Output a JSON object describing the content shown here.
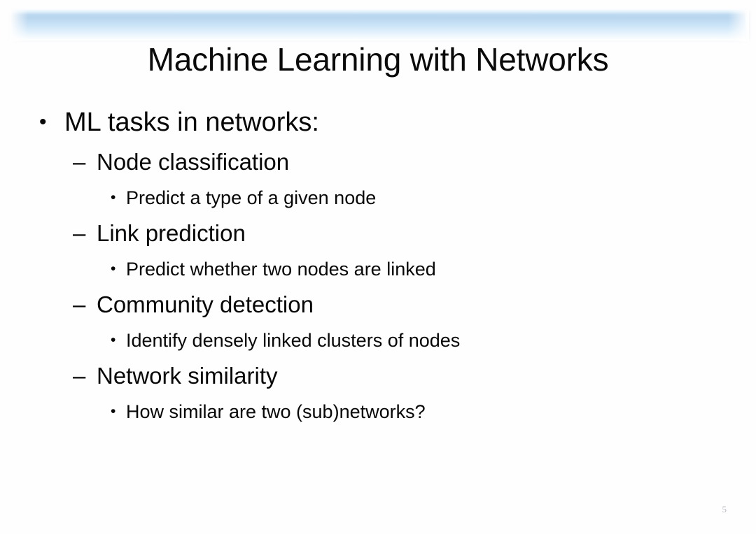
{
  "slide": {
    "title": "Machine Learning with Networks",
    "page_number": "5",
    "accent_band_color": "#b9d6ef",
    "text_color": "#070707",
    "background_color": "#fefeff",
    "page_number_color": "#b9b9c4",
    "markers": {
      "level1": "•",
      "level2": "–",
      "level3": "•"
    },
    "outline": [
      {
        "level": 1,
        "text": "ML tasks in networks:"
      },
      {
        "level": 2,
        "text": "Node classification"
      },
      {
        "level": 3,
        "text": "Predict a type of a given node"
      },
      {
        "level": 2,
        "text": "Link prediction"
      },
      {
        "level": 3,
        "text": "Predict whether two nodes are linked"
      },
      {
        "level": 2,
        "text": "Community detection"
      },
      {
        "level": 3,
        "text": "Identify densely linked clusters of nodes"
      },
      {
        "level": 2,
        "text": "Network similarity"
      },
      {
        "level": 3,
        "text": "How similar are two (sub)networks?"
      }
    ]
  }
}
